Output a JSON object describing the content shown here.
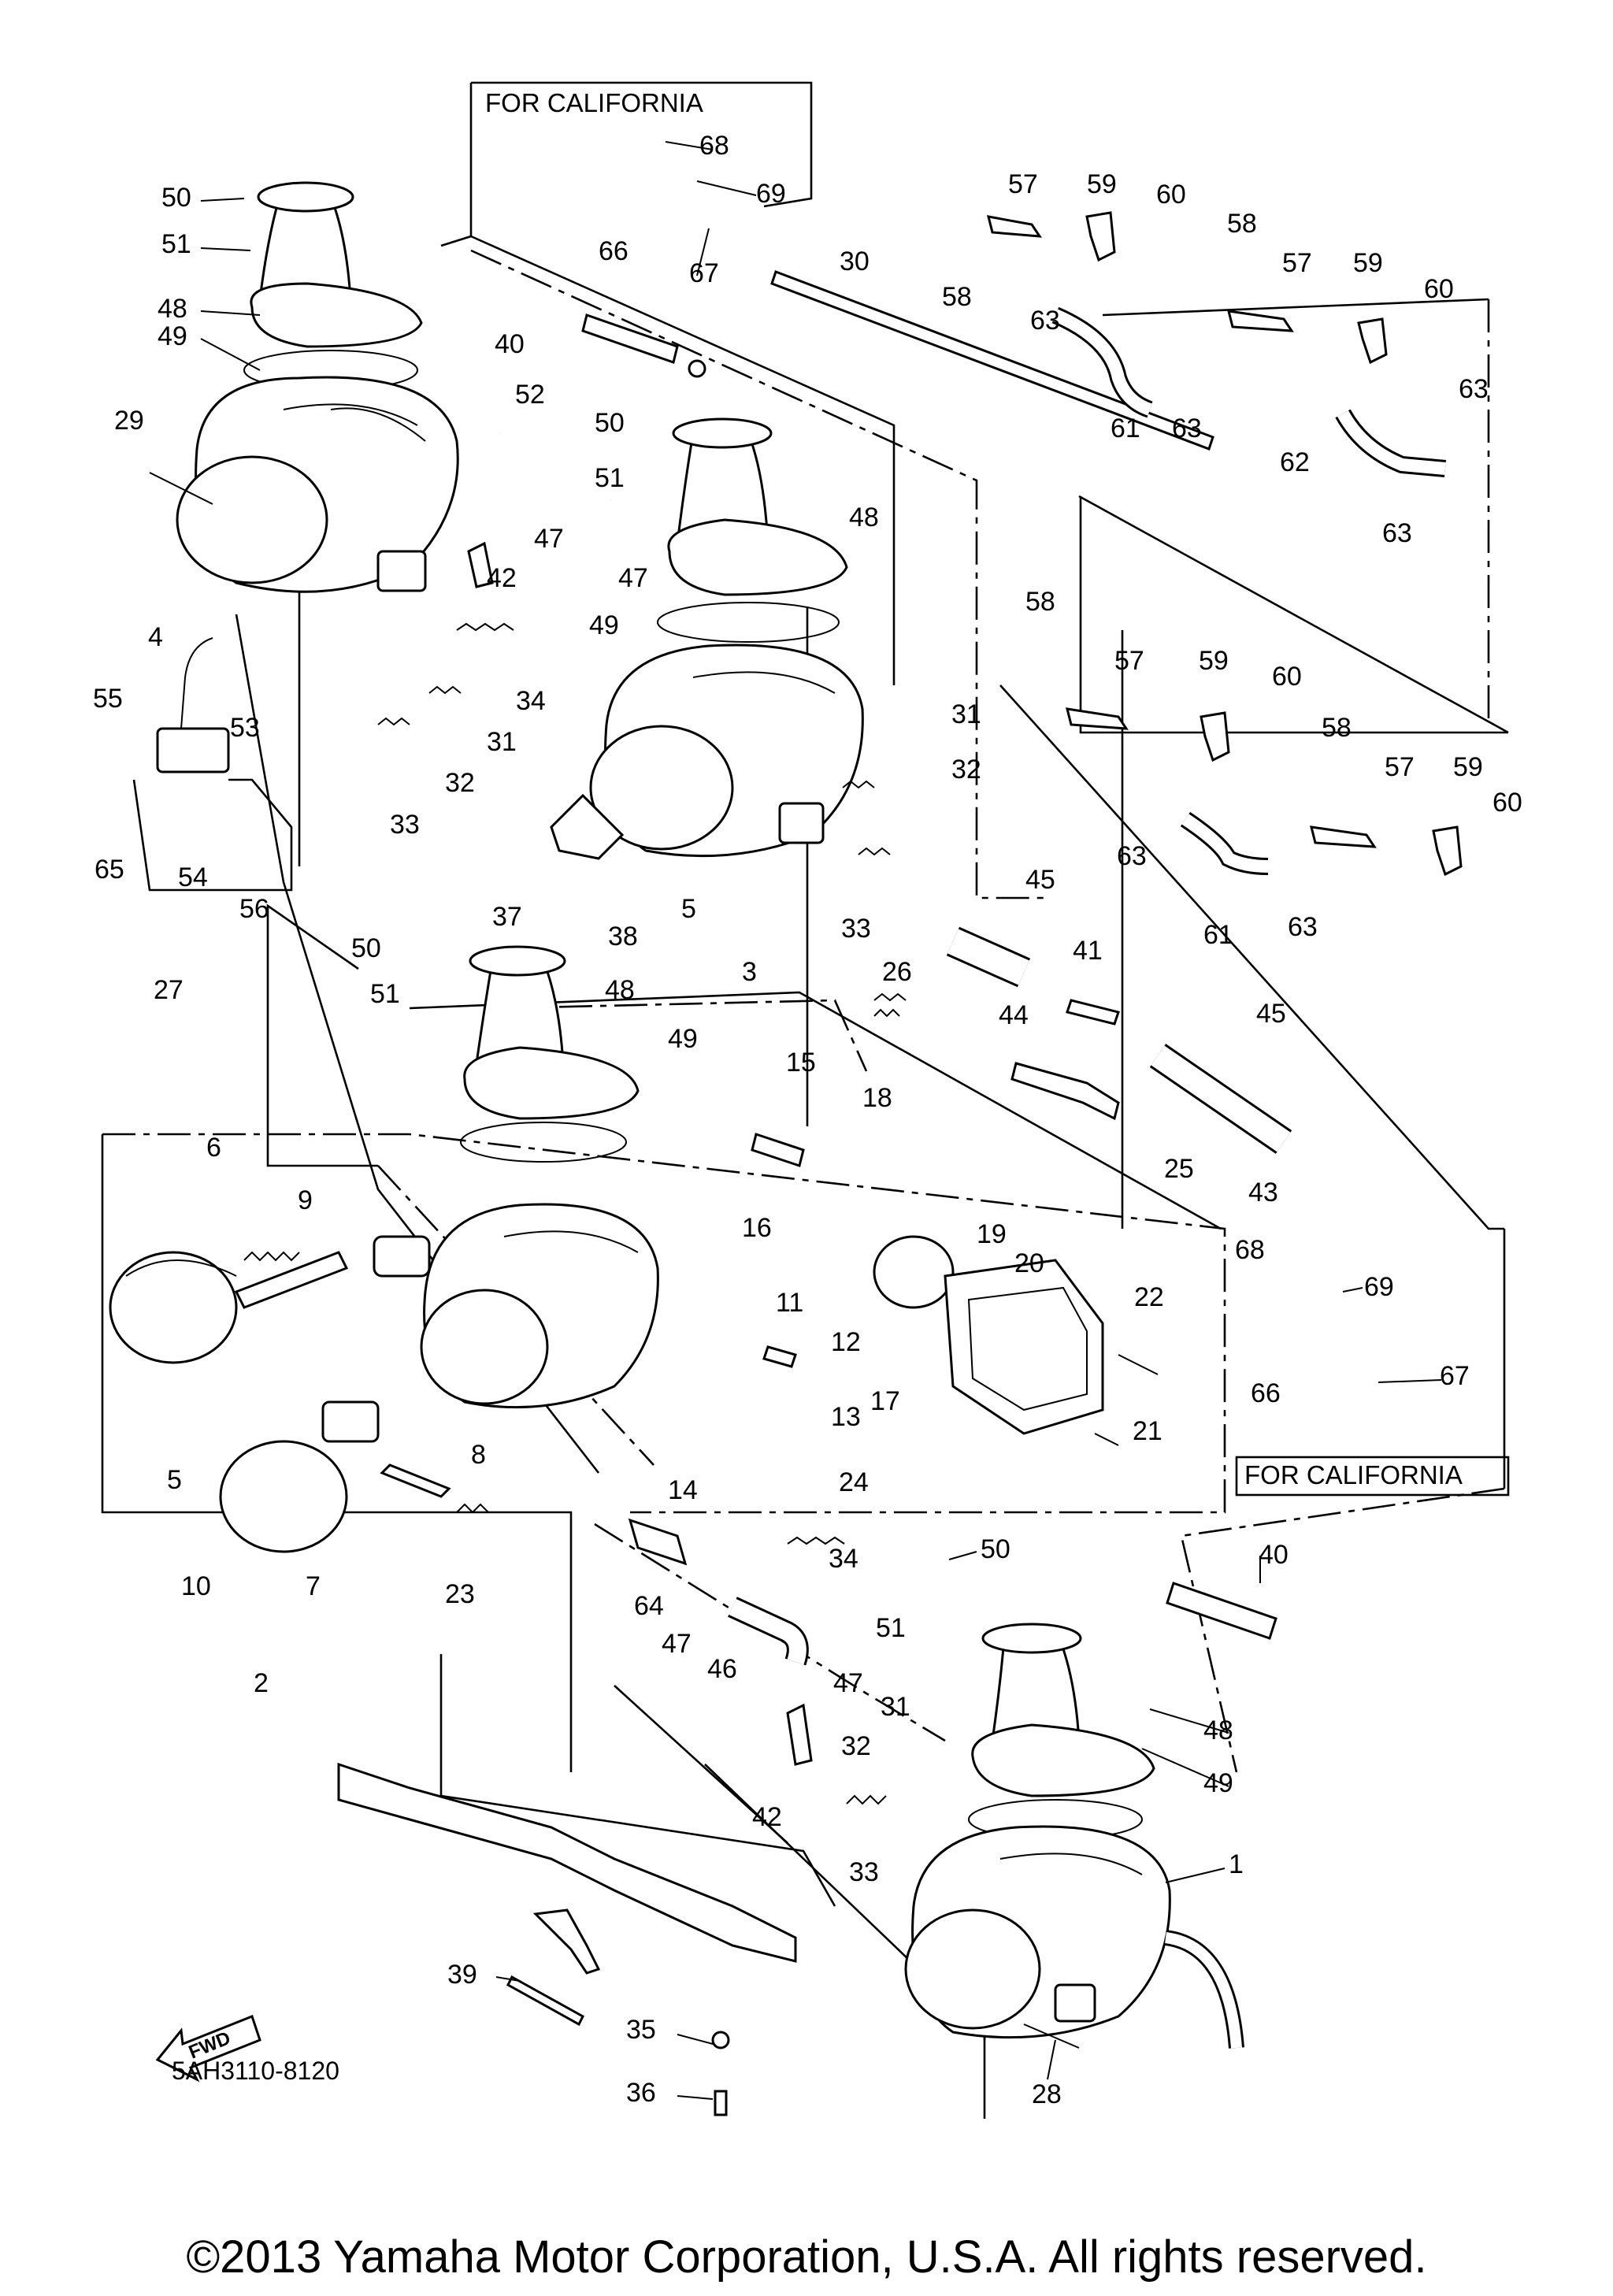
{
  "california_box_top": "FOR CALIFORNIA",
  "california_box_right": "FOR CALIFORNIA",
  "diagram_code": "5AH3110-8120",
  "fwd_label": "FWD",
  "copyright": "©2013 Yamaha Motor Corporation, U.S.A. All rights reserved.",
  "callouts": [
    "68",
    "69",
    "66",
    "67",
    "50",
    "51",
    "48",
    "49",
    "29",
    "4",
    "55",
    "53",
    "65",
    "54",
    "56",
    "40",
    "52",
    "50",
    "51",
    "47",
    "42",
    "47",
    "48",
    "49",
    "34",
    "31",
    "32",
    "33",
    "30",
    "58",
    "57",
    "59",
    "60",
    "58",
    "57",
    "59",
    "60",
    "63",
    "61",
    "63",
    "63",
    "62",
    "63",
    "31",
    "32",
    "33",
    "58",
    "57",
    "59",
    "60",
    "58",
    "57",
    "59",
    "60",
    "63",
    "61",
    "63",
    "5",
    "3",
    "37",
    "38",
    "45",
    "44",
    "41",
    "45",
    "43",
    "25",
    "27",
    "50",
    "51",
    "48",
    "49",
    "26",
    "15",
    "18",
    "16",
    "19",
    "20",
    "9",
    "6",
    "11",
    "12",
    "13",
    "17",
    "22",
    "14",
    "24",
    "21",
    "5",
    "8",
    "10",
    "7",
    "23",
    "34",
    "68",
    "69",
    "66",
    "67",
    "50",
    "40",
    "51",
    "64",
    "47",
    "46",
    "47",
    "48",
    "49",
    "31",
    "32",
    "42",
    "33",
    "1",
    "2",
    "39",
    "35",
    "36",
    "28"
  ]
}
